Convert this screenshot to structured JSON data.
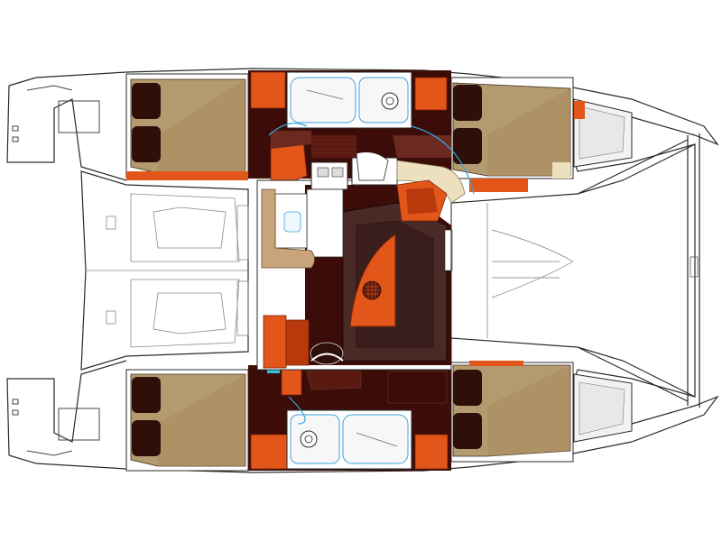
{
  "diagram": {
    "type": "catamaran-deck-plan",
    "orientation": "bow-right",
    "colors": {
      "background": "#ffffff",
      "outline": "#2a2a2a",
      "bed": "#b49a6f",
      "pillow": "#2e0f0a",
      "wood_dark": "#3b0c08",
      "salon_floor": "#4a2a27",
      "accent_orange": "#e3561a",
      "accent_orange_dark": "#b83a0c",
      "cork": "#c9a47a",
      "cream": "#ede0bf",
      "glass": "#e8e8e8",
      "water_line": "#3aa3e0"
    },
    "cabins": [
      {
        "id": "aft-port",
        "bed": "double",
        "pillows": 2
      },
      {
        "id": "fwd-port",
        "bed": "double",
        "pillows": 2
      },
      {
        "id": "aft-starboard",
        "bed": "double",
        "pillows": 2
      },
      {
        "id": "fwd-starboard",
        "bed": "double",
        "pillows": 2
      }
    ],
    "heads": [
      {
        "id": "head-port"
      },
      {
        "id": "head-starboard"
      }
    ],
    "salon": {
      "has_table": true,
      "has_galley": true,
      "has_chart_table": true
    }
  }
}
